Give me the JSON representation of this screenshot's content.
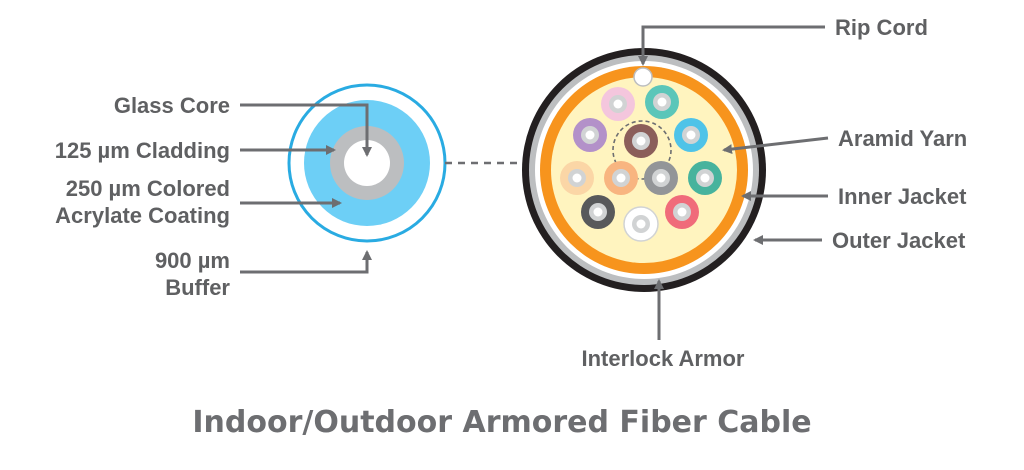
{
  "title": "Indoor/Outdoor Armored Fiber Cable",
  "fiber_labels": {
    "glass_core": "Glass Core",
    "cladding": "125 µm Cladding",
    "coating_line1": "250 µm Colored",
    "coating_line2": "Acrylate Coating",
    "buffer_line1": "900 µm",
    "buffer_line2": "Buffer"
  },
  "cable_labels": {
    "rip_cord": "Rip Cord",
    "aramid_yarn": "Aramid Yarn",
    "inner_jacket": "Inner Jacket",
    "outer_jacket": "Outer Jacket",
    "interlock_armor": "Interlock Armor"
  },
  "colors": {
    "outer_jacket": "#231f20",
    "armor": "#bcbec0",
    "inner_jacket": "#f7941d",
    "aramid_yarn": "#fff4bf",
    "buffer_blue": "#6dcff6",
    "buffer_ring": "#29abe2",
    "cladding_gray": "#bcbec0",
    "label_gray": "#5f6062",
    "fiber_colors": [
      "#f4c6dd",
      "#5bc6b9",
      "#b391c9",
      "#4fc3e8",
      "#8b5e5a",
      "#fbd6a6",
      "#47b39d",
      "#f8b580",
      "#939598",
      "#58595b",
      "#f06b7a",
      "#ffffff"
    ]
  }
}
